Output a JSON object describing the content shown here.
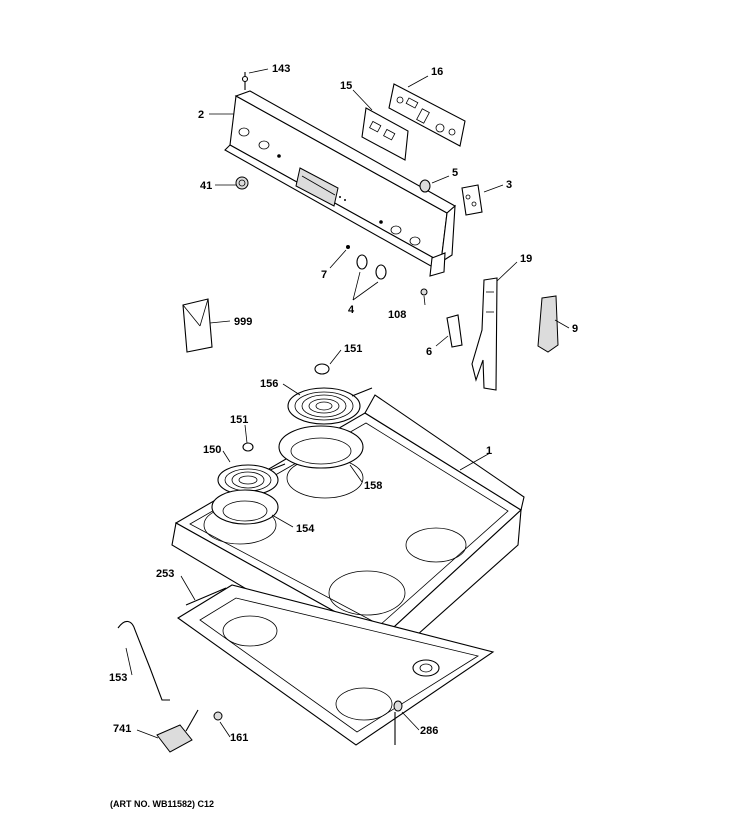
{
  "diagram": {
    "footer_note": "(ART NO. WB11582) C12",
    "part_labels": {
      "p143": "143",
      "p2": "2",
      "p15": "15",
      "p16": "16",
      "p41": "41",
      "p5": "5",
      "p3": "3",
      "p7": "7",
      "p4": "4",
      "p108": "108",
      "p19": "19",
      "p999": "999",
      "p6": "6",
      "p9": "9",
      "p151a": "151",
      "p156": "156",
      "p151b": "151",
      "p150": "150",
      "p158": "158",
      "p1": "1",
      "p154": "154",
      "p253": "253",
      "p153": "153",
      "p741": "741",
      "p161": "161",
      "p286": "286"
    }
  }
}
